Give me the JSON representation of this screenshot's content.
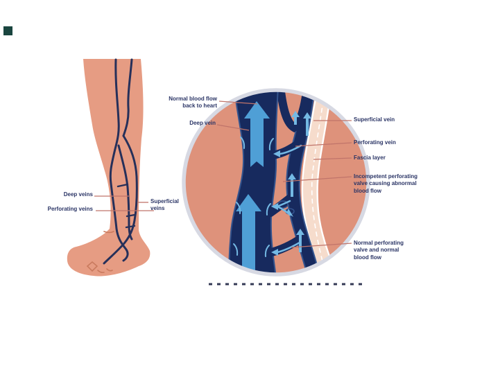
{
  "labels": {
    "normal_blood_flow": "Normal blood flow back to heart",
    "deep_vein": "Deep vein",
    "superficial_vein": "Superficial vein",
    "perforating_vein": "Perforating vein",
    "fascia_layer": "Fascia layer",
    "incompetent_valve": "Incompetent perforating valve causing abnormal blood flow",
    "normal_valve": "Normal perforating valve and normal blood flow",
    "deep_veins": "Deep veins",
    "perforating_veins": "Perforating veins",
    "superficial_veins": "Superficial veins"
  },
  "icons": {
    "blood_flow_up_arrow": "large upward arrow showing blood flow to heart",
    "flow_curve_arrow": "small curved arrow showing flow through perforating vein",
    "valve_cusp": "paired curls marking vein valve cusps"
  },
  "colors": {
    "background": "#ffffff",
    "skin": "#e69c83",
    "skinShade": "#c97a5e",
    "legVein": "#26305a",
    "insetBg": "#de927b",
    "navy": "#172a5e",
    "navyEdge": "#34548e",
    "arrowBlue": "#4f9fd6",
    "arrowLight": "#74b9e4",
    "fascia": "#f6dccc",
    "fasciaEdge": "#ffffff",
    "ring": "#d7d9e3",
    "leader": "#c0746a",
    "label": "#2b3566",
    "dash": "#343a56",
    "cornerMark": "#1a453f"
  }
}
